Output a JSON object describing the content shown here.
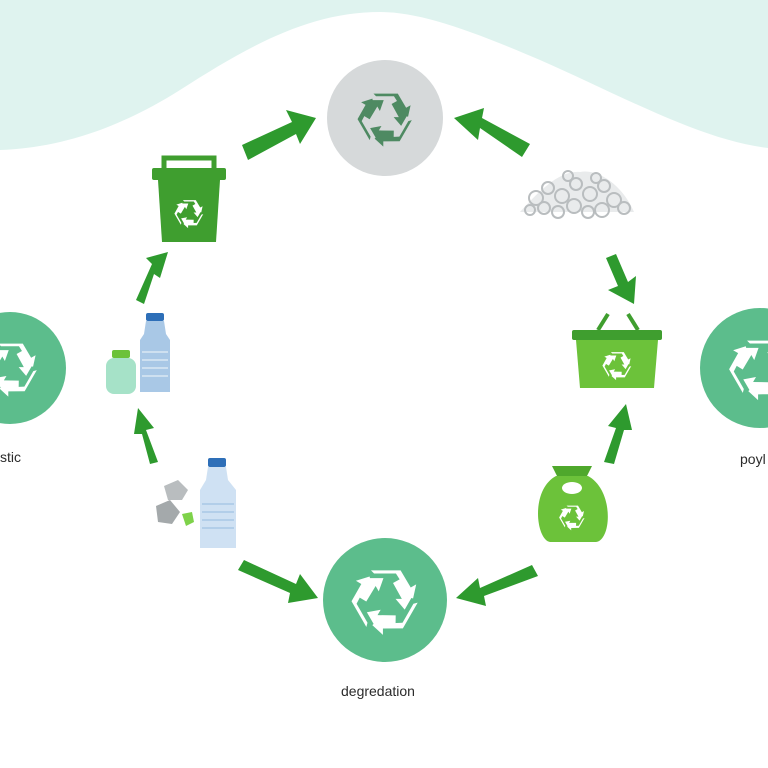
{
  "colors": {
    "wave": "#dff3ef",
    "arrow": "#2e9a2e",
    "hub_gray": "#d6d9da",
    "hub_green": "#5cbd8c",
    "recycle_dark": "#4e8a62",
    "bin_green": "#3f9e2f",
    "bin_light": "#6cc23a",
    "bottle_blue": "#a9c8e6",
    "bottle_cap": "#2e6fb8",
    "bottle_mint": "#a6e2c8",
    "rock_gray": "#b9bdbf"
  },
  "icons": {
    "top_hub": "recycle-icon",
    "bottom_hub": "recycle-icon",
    "left_hub": "recycle-icon",
    "right_hub": "recycle-icon",
    "top_left": "recycling-bin-icon",
    "top_right": "plastic-pellets-icon",
    "right": "recycling-basket-icon",
    "bottom_right": "recycling-bag-icon",
    "left": "plastic-bottles-icon",
    "bottom_left": "crushed-plastic-bottle-icon"
  },
  "labels": {
    "left": "stic",
    "right": "poyl",
    "bottom": "degredation"
  }
}
